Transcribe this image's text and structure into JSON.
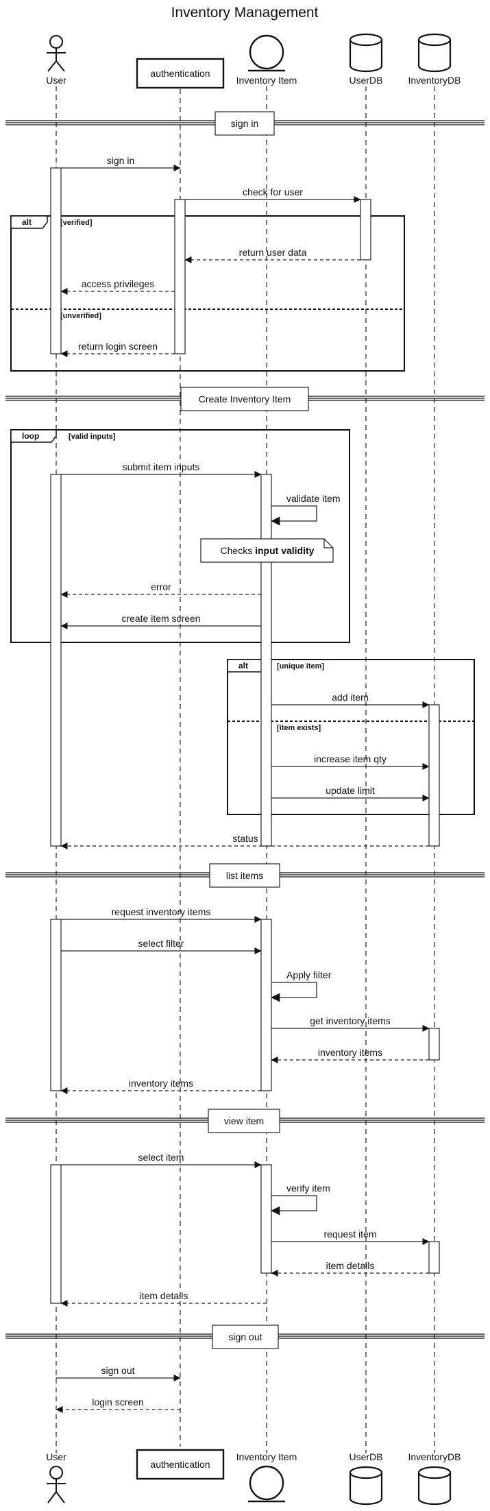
{
  "title": "Inventory Management",
  "participants": {
    "user": "User",
    "auth": "authentication",
    "item": "Inventory Item",
    "userdb": "UserDB",
    "invdb": "InventoryDB"
  },
  "dividers": {
    "sign_in": "sign in",
    "create": "Create Inventory Item",
    "list": "list items",
    "view": "view item",
    "sign_out": "sign out"
  },
  "fragments": {
    "alt1": {
      "kind": "alt",
      "guard1": "[verified]",
      "guard2": "[unverified]"
    },
    "loop": {
      "kind": "loop",
      "guard": "[valid inputs]"
    },
    "alt2": {
      "kind": "alt",
      "guard1": "[unique item]",
      "guard2": "[item exists]"
    }
  },
  "note": {
    "prefix": "Checks ",
    "bold": "input validity"
  },
  "messages": {
    "m01": "sign in",
    "m02": "check for user",
    "m03": "return user data",
    "m04": "access privileges",
    "m05": "return login screen",
    "m06": "submit item inputs",
    "m07": "validate item",
    "m08": "error",
    "m09": "create item screen",
    "m10": "add item",
    "m11": "increase item qty",
    "m12": "update limit",
    "m13": "status",
    "m14": "request inventory items",
    "m15": "select filter",
    "m16": "Apply filter",
    "m17": "get inventory items",
    "m18": "inventory items",
    "m19": "inventory items",
    "m20": "select item",
    "m21": "verify item",
    "m22": "request item",
    "m23": "item details",
    "m24": "item details",
    "m25": "sign out",
    "m26": "login screen"
  }
}
